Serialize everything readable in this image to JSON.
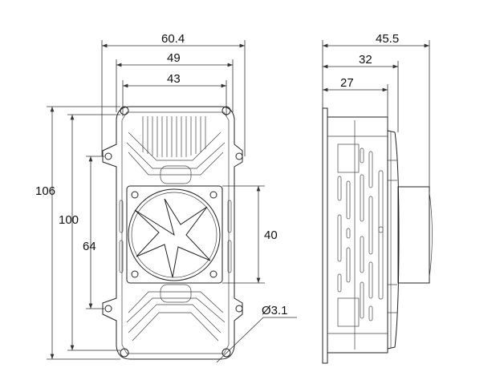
{
  "front_view": {
    "dim_overall_width": "60.4",
    "dim_hole_width": "49",
    "dim_inner_width": "43",
    "dim_overall_height": "106",
    "dim_hole_height": "100",
    "dim_side_hole_height": "64",
    "dim_fan_size": "40",
    "dim_hole_diameter": "Ø3.1"
  },
  "side_view": {
    "dim_total_depth": "45.5",
    "dim_cover_depth": "32",
    "dim_body_depth": "27"
  }
}
